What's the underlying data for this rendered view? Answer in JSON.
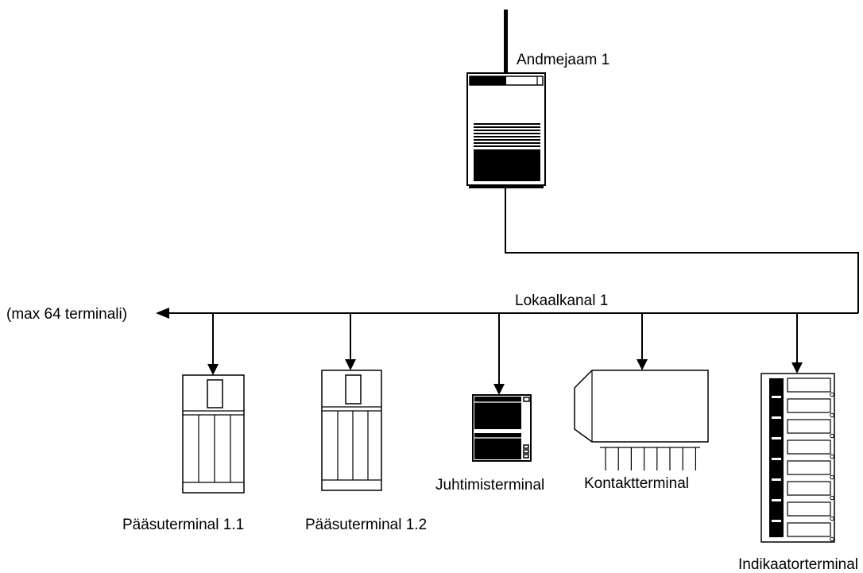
{
  "station": {
    "label": "Andmejaam 1"
  },
  "bus": {
    "label": "Lokaalkanal 1",
    "capacity_note": "(max 64 terminali)"
  },
  "terminals": {
    "access_1": {
      "label": "Pääsuterminal 1.1"
    },
    "access_2": {
      "label": "Pääsuterminal 1.2"
    },
    "control": {
      "label": "Juhtimisterminal"
    },
    "contact": {
      "label": "Kontaktterminal"
    },
    "indicator": {
      "label": "Indikaatorterminal"
    }
  },
  "colors": {
    "line": "#000000",
    "background": "#ffffff"
  }
}
